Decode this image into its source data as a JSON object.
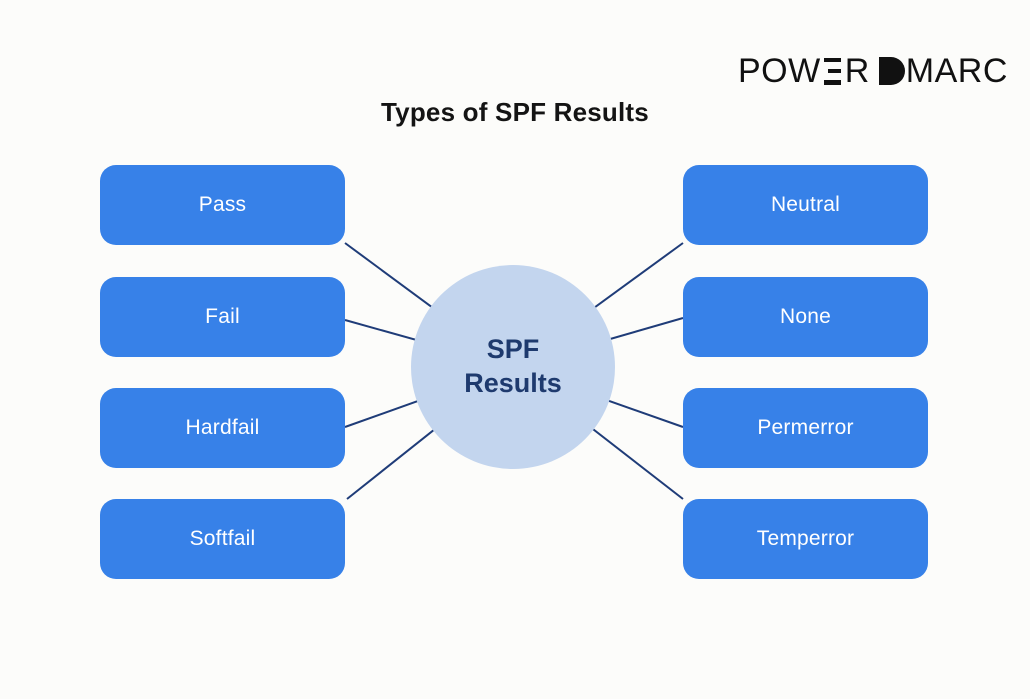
{
  "logo": {
    "full_name": "POWER DMARC",
    "prefix": "POW",
    "e_icon": "stylized-e-three-bars-icon",
    "mid": "R",
    "d_icon": "filled-d-icon",
    "suffix": "MARC"
  },
  "title": "Types of SPF Results",
  "center": {
    "line1": "SPF",
    "line2": "Results"
  },
  "left_nodes": [
    {
      "label": "Pass"
    },
    {
      "label": "Fail"
    },
    {
      "label": "Hardfail"
    },
    {
      "label": "Softfail"
    }
  ],
  "right_nodes": [
    {
      "label": "Neutral"
    },
    {
      "label": "None"
    },
    {
      "label": "Permerror"
    },
    {
      "label": "Temperror"
    }
  ],
  "colors": {
    "background": "#fcfcfa",
    "node_fill": "#3781e8",
    "node_text": "#ffffff",
    "hub_fill": "#c3d5ee",
    "hub_text": "#1e3a6e",
    "connector": "#1f3c78",
    "title_text": "#141414",
    "logo_text": "#111111"
  }
}
